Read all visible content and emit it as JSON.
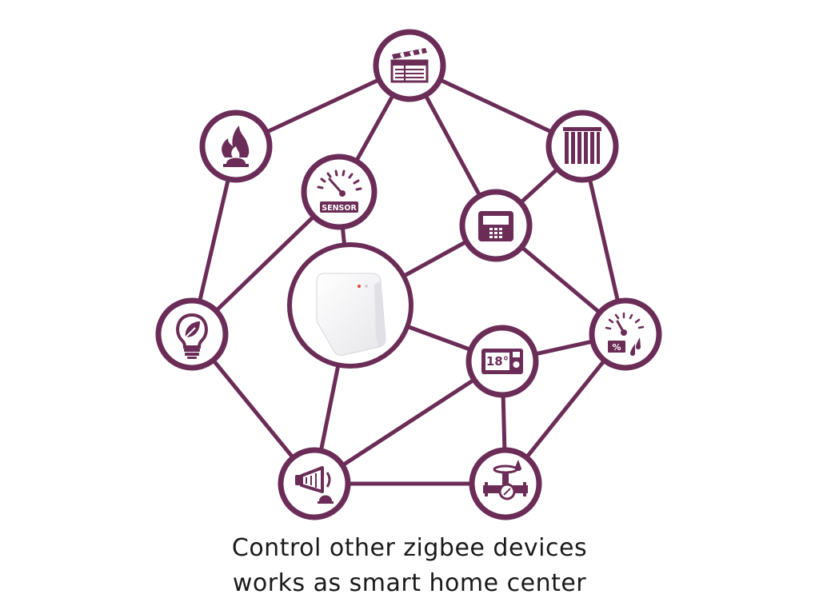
{
  "colors": {
    "network": "#6b2d57",
    "node_fill": "#ffffff",
    "hub_device": "#f1f1f3",
    "led_red": "#e0463a",
    "caption_text": "#1a1a1a"
  },
  "hub": {
    "icon": "zigbee-gateway-icon",
    "label": ""
  },
  "devices": [
    {
      "id": "clapper",
      "icon": "clapperboard-icon"
    },
    {
      "id": "fire",
      "icon": "fire-alarm-icon"
    },
    {
      "id": "blinds",
      "icon": "window-blinds-icon"
    },
    {
      "id": "sensor",
      "icon": "sensor-gauge-icon",
      "text": "SENSOR"
    },
    {
      "id": "keypad",
      "icon": "security-keypad-icon"
    },
    {
      "id": "bulb",
      "icon": "eco-light-bulb-icon"
    },
    {
      "id": "humidity",
      "icon": "humidity-gauge-icon",
      "text": "%"
    },
    {
      "id": "thermostat",
      "icon": "thermostat-icon",
      "text": "18°"
    },
    {
      "id": "siren",
      "icon": "siren-speaker-icon"
    },
    {
      "id": "valve",
      "icon": "water-valve-icon"
    }
  ],
  "caption": {
    "line1": "Control other zigbee devices",
    "line2": "works as smart home center"
  }
}
